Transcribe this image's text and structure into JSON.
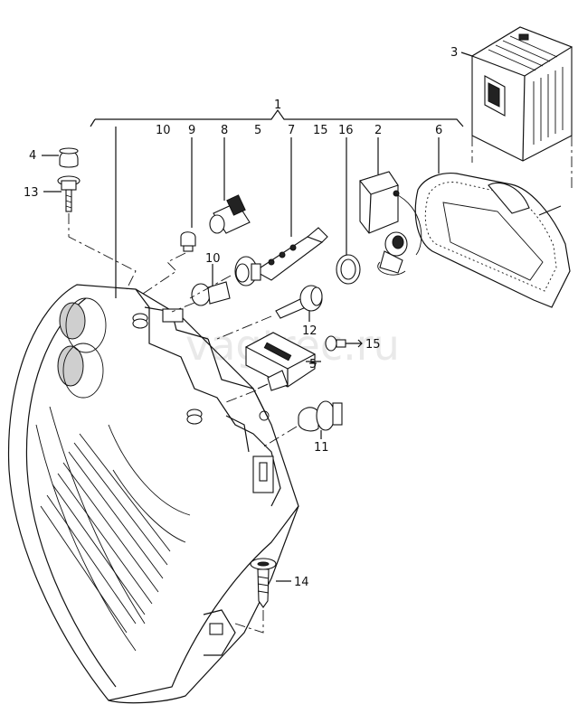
{
  "watermark": "vagtrec.ru",
  "callouts": {
    "c1": "1",
    "c2": "2",
    "c3": "3",
    "c4": "4",
    "c5a": "5",
    "c5b": "5",
    "c6": "6",
    "c7": "7",
    "c8": "8",
    "c9": "9",
    "c10a": "10",
    "c10b": "10",
    "c11": "11",
    "c12": "12",
    "c13": "13",
    "c14": "14",
    "c15a": "15",
    "c15b": "15",
    "c16": "16"
  }
}
